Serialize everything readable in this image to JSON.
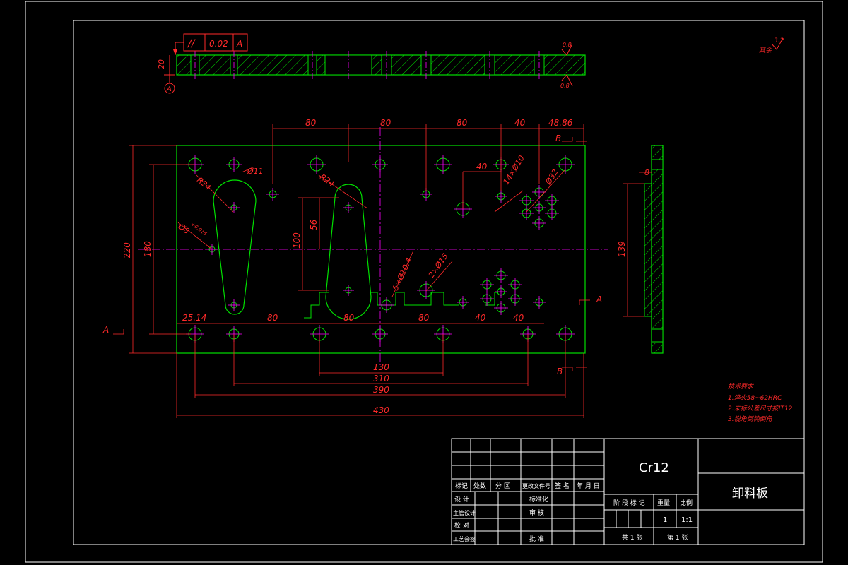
{
  "tolerance": {
    "symbol": "//",
    "value": "0.02",
    "datum": "A"
  },
  "datum_label": "A",
  "thickness": "20",
  "surface_finish_main": "0.8",
  "surface_finish_bottom": "0.8",
  "surface_finish_rest": {
    "value": "3.2",
    "label": "其余"
  },
  "dims": {
    "top_80_1": "80",
    "top_80_2": "80",
    "top_80_3": "80",
    "top_40": "40",
    "top_48": "48.86",
    "inner_40": "40",
    "h220": "220",
    "h180": "180",
    "h100": "100",
    "h56": "56",
    "h139": "139",
    "r24_left": "R24",
    "r24_right": "R24",
    "d11": "Ø11",
    "hole_slot": "Ø8",
    "hole_slot_tol": "+0.015",
    "holes_10": "14×Ø10",
    "d32": "Ø32",
    "holes_5": "5×Ø10.4",
    "holes_2": "2×Ø15",
    "bot_25": "25.14",
    "bot_80_1": "80",
    "bot_80_2": "80",
    "bot_80_3": "80",
    "bot_40_1": "40",
    "bot_40_2": "40",
    "w130": "130",
    "w310": "310",
    "w390": "390",
    "w430": "430",
    "side_8": "8"
  },
  "sections": {
    "a_left": "A",
    "a_right": "A",
    "b_top": "B",
    "b_bottom": "B"
  },
  "notes": {
    "title": "技术要求",
    "line1": "1.淬火58~62HRC",
    "line2": "2.未标公差尺寸按IT12",
    "line3": "3.锐角倒钝倒角"
  },
  "title_block": {
    "material": "Cr12",
    "part_name": "卸料板",
    "rev_headers": [
      "标记",
      "处数",
      "分 区",
      "更改文件号",
      "签 名",
      "年 月 日"
    ],
    "design": "设 计",
    "standardize": "标准化",
    "chief_design": "主管设计",
    "review": "审 核",
    "check": "校 对",
    "process": "工艺会签",
    "approve": "批 准",
    "stage_mark": "阶 段 标 记",
    "weight": "重量",
    "scale": "比例",
    "qty": "1",
    "scale_value": "1:1",
    "total_sheets": "共 1 张",
    "sheet_no": "第 1 张"
  },
  "colors": {
    "outline": "#00e000",
    "dimension": "#ff2a2a",
    "center": "#ff00ff",
    "frame": "#ffffff"
  }
}
